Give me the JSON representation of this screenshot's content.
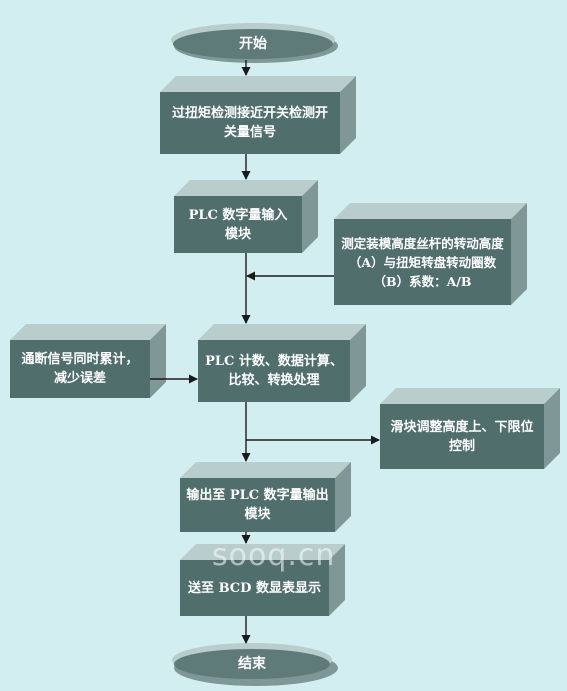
{
  "nodes": {
    "start": "开始",
    "n1": "过扭矩检测接近开关检测开关量信号",
    "n2": "PLC 数字量输入模块",
    "side1": "测定装模高度丝杆的转动高度（A）与扭矩转盘转动圈数（B）系数：A/B",
    "side2": "通断信号同时累计，减少误差",
    "n3": "PLC 计数、数据计算、比较、转换处理",
    "side3": "滑块调整高度上、下限位控制",
    "n4": "输出至 PLC 数字量输出模块",
    "n5": "送至 BCD 数显表显示",
    "end": "结束"
  },
  "watermark": "sooq.cn",
  "colors": {
    "background": "#d2eef0",
    "box_front": "#4f6e6c",
    "box_top": "#b8cdcc",
    "box_side": "#7f9796",
    "arrow": "#1a1a1a"
  }
}
